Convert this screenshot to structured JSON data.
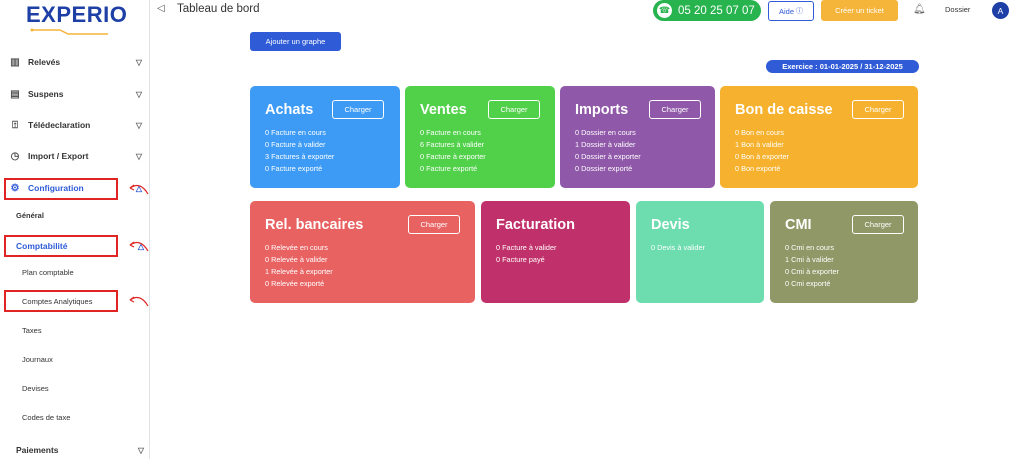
{
  "brand": {
    "name": "EXPERIO"
  },
  "sidebar": {
    "items": [
      {
        "label": "Relevés",
        "icon": "chart-icon"
      },
      {
        "label": "Suspens",
        "icon": "document-icon"
      },
      {
        "label": "Télédeclaration",
        "icon": "upload-icon"
      },
      {
        "label": "Import / Export",
        "icon": "history-icon"
      },
      {
        "label": "Configuration",
        "icon": "gear-icon"
      }
    ],
    "config_sub": {
      "general": "Général",
      "comptabilite": "Comptabilité"
    },
    "compta_sub": [
      "Plan comptable",
      "Comptes Analytiques",
      "Taxes",
      "Journaux",
      "Devises",
      "Codes de taxe"
    ],
    "paiements": "Paiements"
  },
  "header": {
    "title": "Tableau de bord",
    "phone": "05 20 25 07 07",
    "help": "Aide",
    "ticket": "Créer un ticket",
    "dossier": "Dossier",
    "avatar": "A"
  },
  "main": {
    "add_graph": "Ajouter un graphe",
    "exercise": "Exercice : 01-01-2025 / 31-12-2025",
    "load_label": "Charger",
    "cards": [
      {
        "title": "Achats",
        "color": "#3d9bf5",
        "lines": [
          "0 Facture en cours",
          "0 Facture à valider",
          "3 Factures à exporter",
          "0 Facture exporté"
        ]
      },
      {
        "title": "Ventes",
        "color": "#51d04a",
        "lines": [
          "0 Facture en cours",
          "6 Factures à valider",
          "0 Facture à exporter",
          "0 Facture exporté"
        ]
      },
      {
        "title": "Imports",
        "color": "#8f58a8",
        "lines": [
          "0 Dossier en cours",
          "1 Dossier à valider",
          "0 Dossier à exporter",
          "0 Dossier exporté"
        ]
      },
      {
        "title": "Bon de caisse",
        "color": "#f6b22e",
        "lines": [
          "0 Bon en cours",
          "1 Bon à valider",
          "0 Bon à exporter",
          "0 Bon exporté"
        ]
      },
      {
        "title": "Rel. bancaires",
        "color": "#e86262",
        "lines": [
          "0 Relevée en cours",
          "0 Relevée à valider",
          "1 Relevée à exporter",
          "0 Relevée exporté"
        ]
      },
      {
        "title": "Facturation",
        "color": "#c0306a",
        "lines": [
          "0 Facture à valider",
          "0 Facture payé"
        ]
      },
      {
        "title": "Devis",
        "color": "#6ddcaf",
        "lines": [
          "0 Devis à valider"
        ]
      },
      {
        "title": "CMI",
        "color": "#8f9866",
        "lines": [
          "0 Cmi en cours",
          "1 Cmi à valider",
          "0 Cmi à exporter",
          "0 Cmi exporté"
        ]
      }
    ]
  }
}
